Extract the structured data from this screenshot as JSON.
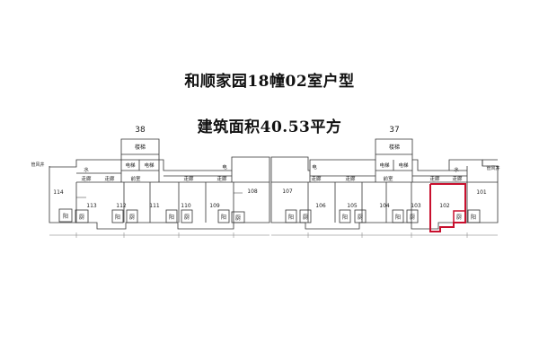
{
  "title": "和顺家园18幢02室户型",
  "area_text": "建筑面积40.53平方",
  "buildings": [
    "38",
    "37"
  ],
  "labels": {
    "stair": "楼梯",
    "elevator": "电梯",
    "corridor": "走廊",
    "front_room": "前室",
    "water": "水",
    "electric": "电",
    "balcony": "阳",
    "kitchen": "厨",
    "shaft": "管风井"
  },
  "units": {
    "left": [
      "114",
      "113",
      "112",
      "111",
      "110",
      "109",
      "108"
    ],
    "right": [
      "107",
      "106",
      "105",
      "104",
      "103",
      "102",
      "101"
    ]
  },
  "highlight_unit": "102",
  "highlight_color": "#c8102e"
}
